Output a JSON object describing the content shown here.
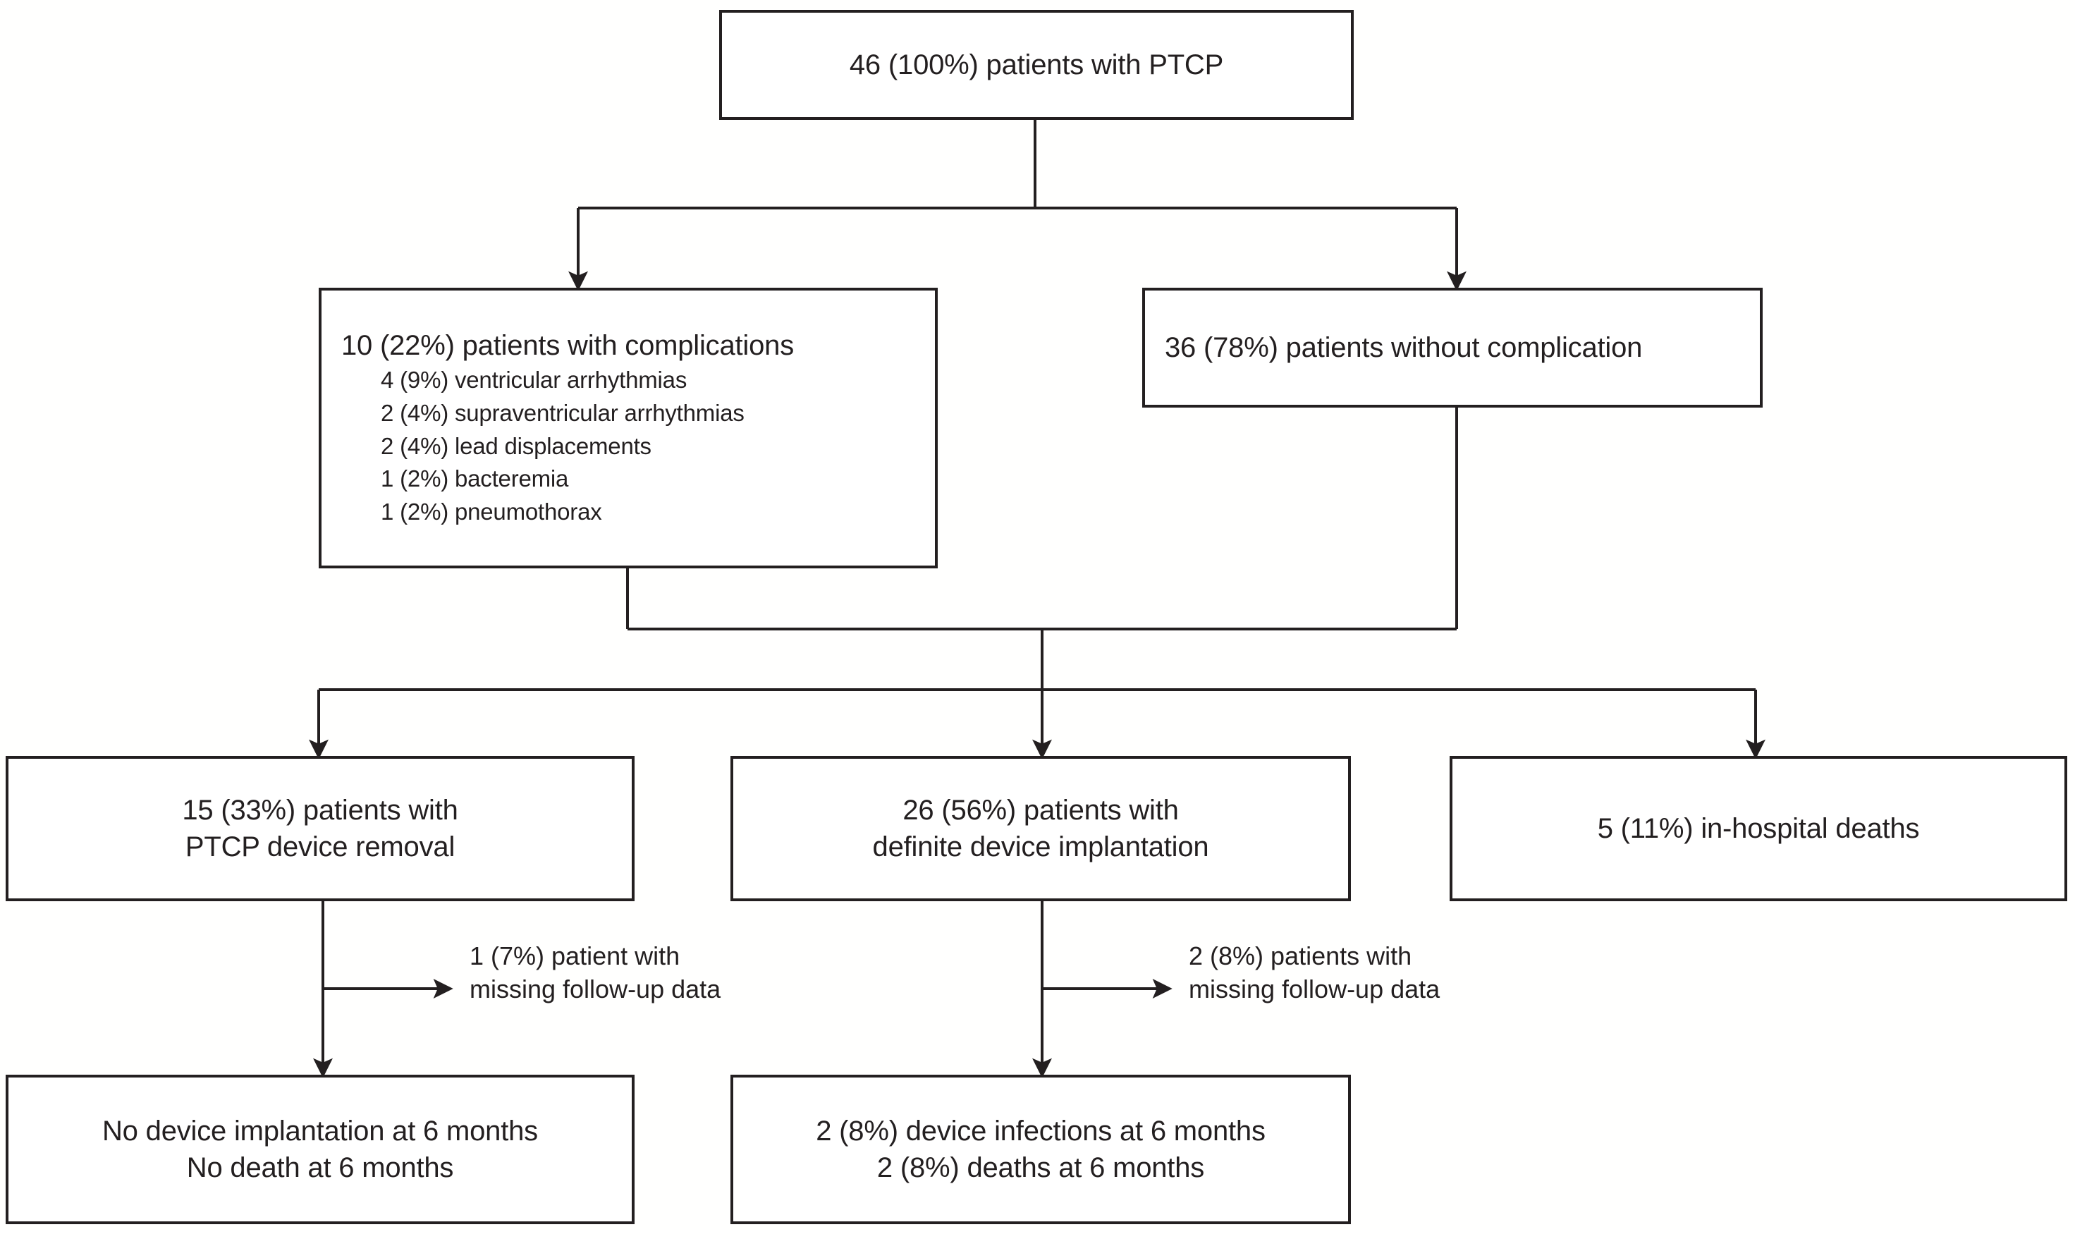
{
  "diagram": {
    "title": "PTCP patient flow diagram",
    "type": "flowchart",
    "stroke_color": "#231f20",
    "background_color": "#ffffff",
    "nodes": {
      "root": {
        "id": "root",
        "text": "46 (100%) patients with PTCP"
      },
      "complications": {
        "id": "complications",
        "header": "10 (22%) patients with complications",
        "items": [
          "4 (9%) ventricular arrhythmias",
          "2 (4%) supraventricular arrhythmias",
          "2 (4%) lead displacements",
          "1 (2%) bacteremia",
          "1 (2%) pneumothorax"
        ]
      },
      "no_complication": {
        "id": "no_complication",
        "text": "36 (78%) patients without complication"
      },
      "removal": {
        "id": "removal",
        "line1": "15 (33%) patients with",
        "line2": "PTCP device removal"
      },
      "implantation": {
        "id": "implantation",
        "line1": "26 (56%) patients with",
        "line2": "definite device implantation"
      },
      "deaths": {
        "id": "deaths",
        "text": "5 (11%) in-hospital deaths"
      },
      "removal_outcome": {
        "id": "removal_outcome",
        "line1": "No device implantation at 6 months",
        "line2": "No death at 6 months"
      },
      "implantation_outcome": {
        "id": "implantation_outcome",
        "line1": "2 (8%) device infections at 6 months",
        "line2": "2 (8%) deaths at 6 months"
      }
    },
    "edge_labels": {
      "removal_missing": {
        "line1": "1 (7%) patient with",
        "line2": "missing follow-up data"
      },
      "implantation_missing": {
        "line1": "2 (8%) patients with",
        "line2": "missing follow-up data"
      }
    }
  }
}
